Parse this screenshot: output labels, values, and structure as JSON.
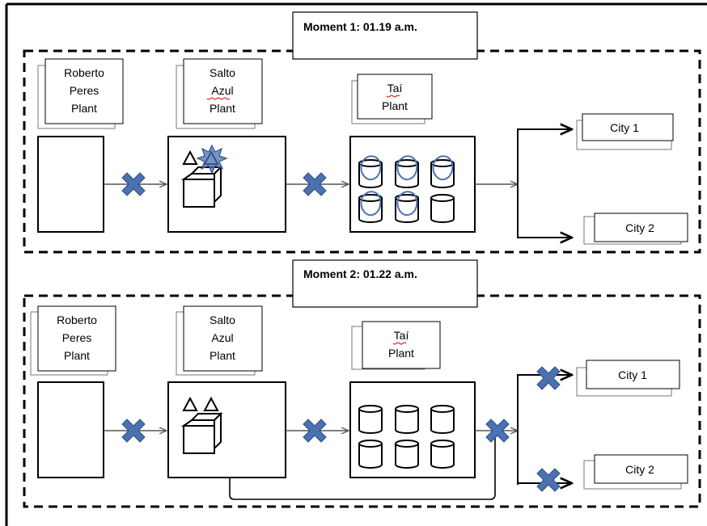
{
  "moments": [
    {
      "title": "Moment 1: 01.19 a.m.",
      "roberto_label": [
        "Roberto",
        "Peres",
        "Plant"
      ],
      "salto_label": [
        "Salto",
        "Azul",
        "Plant"
      ],
      "tai_label": [
        "Taí",
        "Plant"
      ],
      "city1_label": "City 1",
      "city2_label": "City 2"
    },
    {
      "title": "Moment 2: 01.22 a.m.",
      "roberto_label": [
        "Roberto",
        "Peres",
        "Plant"
      ],
      "salto_label": [
        "Salto",
        "Azul",
        "Plant"
      ],
      "tai_label": [
        "Taí",
        "Plant"
      ],
      "city1_label": "City 1",
      "city2_label": "City 2"
    }
  ],
  "colors": {
    "line": "#000000",
    "arrow": "#555555",
    "fault_marker": "#4a72b0",
    "fault_marker_edge": "#2f4f86",
    "scribble": "#4a72b0",
    "spellcheck_underline": "#d00000"
  },
  "icons": {
    "fault": "x-cross-fault-icon",
    "turbine": "cylinder-turbine-icon",
    "transformer": "cube-transformer-icon",
    "insulator": "triangle-insulator-icon",
    "burst": "explosion-burst-icon"
  }
}
